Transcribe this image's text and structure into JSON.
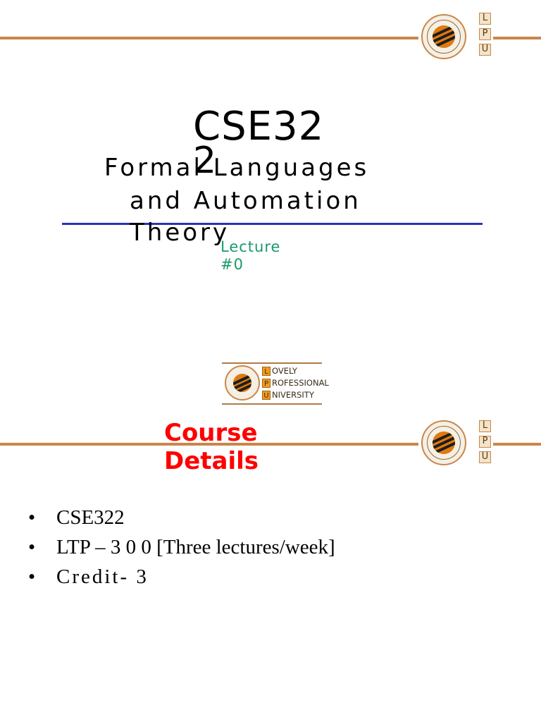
{
  "colors": {
    "rule": "#c8874a",
    "blue_line": "#2a34b5",
    "lecture": "#1a9a6a",
    "details_title": "#ff0000"
  },
  "logo": {
    "letters": [
      "L",
      "P",
      "U"
    ]
  },
  "slide1": {
    "course_code": "CSE32\n2",
    "subtitle_lines": [
      "Formal Languages",
      "and  Automation",
      "Theory"
    ],
    "lecture_lines": [
      "Lecture",
      "#0"
    ]
  },
  "center_logo": {
    "rows": [
      {
        "letter": "L",
        "rest": "OVELY"
      },
      {
        "letter": "P",
        "rest": "ROFESSIONAL"
      },
      {
        "letter": "U",
        "rest": "NIVERSITY"
      }
    ]
  },
  "slide2": {
    "title_lines": [
      "Course",
      "Details"
    ],
    "bullets": [
      "CSE322",
      "LTP – 3 0 0 [Three  lectures/week]",
      "Credit- 3"
    ]
  }
}
